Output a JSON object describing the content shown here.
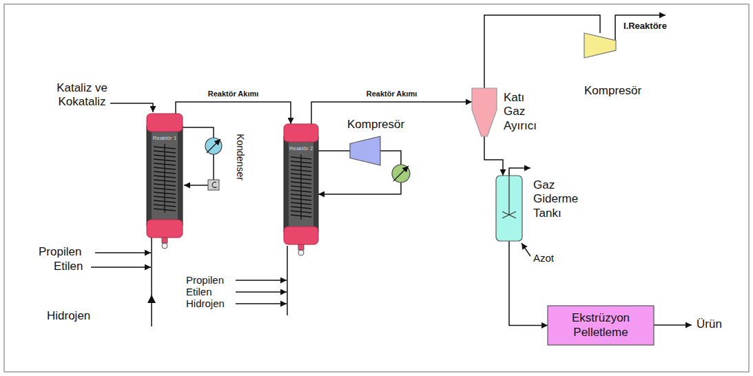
{
  "diagram": {
    "nodes": [
      {
        "text": [
          "Reaktör 1"
        ]
      },
      {
        "text": [
          "Reaktör 2"
        ]
      },
      {
        "text": [
          "Kompresör"
        ]
      },
      {
        "text": [
          "Katı Gaz Ayırıcı"
        ]
      },
      {
        "text": [
          "Kompresör"
        ]
      },
      {
        "text": [
          "Gaz Giderme Tankı"
        ]
      },
      {
        "text": [
          "Ekstrüzyon Pelletleme"
        ]
      }
    ],
    "edges": [
      {
        "from": 0,
        "to": 1,
        "label": "Reaktör Akımı",
        "arrow": "to"
      },
      {
        "from": 1,
        "to": 3,
        "label": "Reaktör Akımı",
        "arrow": "to"
      },
      {
        "from": 3,
        "to": 4,
        "arrow": "none"
      },
      {
        "from": 3,
        "to": 5,
        "arrow": "to"
      },
      {
        "from": 5,
        "to": 6,
        "arrow": "to"
      },
      {
        "from": 1,
        "to": 2,
        "arrow": "none"
      },
      {
        "from": 2,
        "to": 1,
        "arrow": "to"
      }
    ],
    "labels": [
      "Kataliz ve Kokataliz",
      "Kondenser",
      "Propilen",
      "Etilen",
      "Hidrojen",
      "Propilen",
      "Etilen",
      "Hidrojen",
      "I.Reaktöre",
      "Azot",
      "Ürün"
    ]
  }
}
